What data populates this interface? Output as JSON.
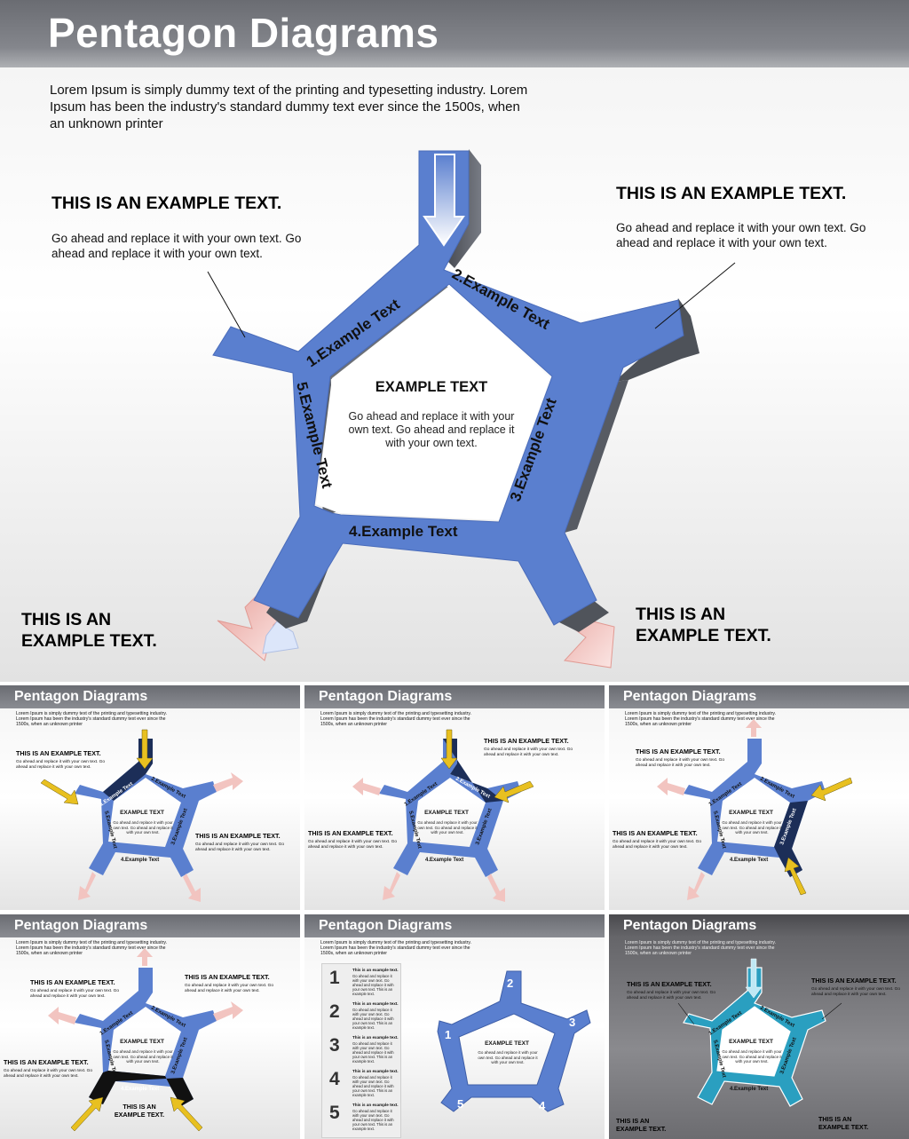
{
  "main": {
    "title": "Pentagon Diagrams",
    "intro": "Lorem Ipsum is simply dummy text of the printing and typesetting industry. Lorem Ipsum has been the industry's standard dummy text ever since the 1500s, when an unknown printer",
    "callouts": [
      {
        "heading": "THIS IS AN EXAMPLE TEXT.",
        "body": "Go ahead and replace it with your own text. Go ahead and replace it with your own text."
      },
      {
        "heading": "THIS IS AN EXAMPLE TEXT.",
        "body": "Go ahead and replace it with your own text. Go ahead and replace it with your own text."
      },
      {
        "heading": "THIS IS AN EXAMPLE TEXT."
      },
      {
        "heading": "THIS IS AN EXAMPLE TEXT."
      }
    ],
    "center": {
      "heading": "EXAMPLE TEXT",
      "body": "Go ahead and replace it with your own text. Go ahead and replace it with your own text."
    },
    "segments": [
      "1.Example Text",
      "2.Example Text",
      "3.Example Text",
      "4.Example Text",
      "5.Example Text"
    ]
  },
  "colors": {
    "blue": "#5a7fcf",
    "blue_dark": "#3f5fa8",
    "shadow": "#5c6068",
    "teal": "#2a9fc0",
    "arrow_pink": "#f2c4c0",
    "arrow_yellow": "#e8c020",
    "titlebar": "#7a7c82"
  },
  "thumbnails": [
    {
      "title": "Pentagon Diagrams",
      "intro": "Lorem Ipsum is simply dummy text of the printing and typesetting industry. Lorem Ipsum has been the industry's standard dummy text ever since the 1500s, when an unknown printer",
      "heading": "THIS IS AN EXAMPLE TEXT.",
      "body": "Go ahead and replace it with your own text. Go ahead and replace it with your own text.",
      "heading2": "THIS IS AN EXAMPLE TEXT.",
      "center_heading": "EXAMPLE TEXT",
      "center_body": "Go ahead and replace it with your own text. Go ahead and replace it with your own text."
    },
    {
      "title": "Pentagon Diagrams",
      "intro": "Lorem Ipsum is simply dummy text of the printing and typesetting industry. Lorem Ipsum has been the industry's standard dummy text ever since the 1500s, when an unknown printer",
      "heading": "THIS IS AN EXAMPLE TEXT.",
      "body": "Go ahead and replace it with your own text. Go ahead and replace it with your own text.",
      "heading2": "THIS IS AN EXAMPLE TEXT.",
      "center_heading": "EXAMPLE TEXT",
      "center_body": "Go ahead and replace it with your own text. Go ahead and replace it with your own text."
    },
    {
      "title": "Pentagon Diagrams",
      "intro": "Lorem Ipsum is simply dummy text of the printing and typesetting industry. Lorem Ipsum has been the industry's standard dummy text ever since the 1500s, when an unknown printer",
      "heading": "THIS IS AN EXAMPLE TEXT.",
      "body": "Go ahead and replace it with your own text. Go ahead and replace it with your own text.",
      "heading2": "THIS IS AN EXAMPLE TEXT.",
      "center_heading": "EXAMPLE TEXT",
      "center_body": "Go ahead and replace it with your own text. Go ahead and replace it with your own text."
    },
    {
      "title": "Pentagon Diagrams",
      "intro": "Lorem Ipsum is simply dummy text of the printing and typesetting industry. Lorem Ipsum has been the industry's standard dummy text ever since the 1500s, when an unknown printer",
      "heading": "THIS IS AN EXAMPLE TEXT.",
      "body": "Go ahead and replace it with your own text. Go ahead and replace it with your own text.",
      "heading2": "THIS IS AN EXAMPLE TEXT.",
      "center_heading": "EXAMPLE TEXT",
      "center_body": "Go ahead and replace it with your own text. Go ahead and replace it with your own text."
    },
    {
      "title": "Pentagon Diagrams",
      "intro": "Lorem Ipsum is simply dummy text of the printing and typesetting industry. Lorem Ipsum has been the industry's standard dummy text ever since the 1500s, when an unknown printer",
      "center_heading": "EXAMPLE TEXT",
      "center_body": "Go ahead and replace it with your own text. Go ahead and replace it with your own text.",
      "numbers": [
        "1",
        "2",
        "3",
        "4",
        "5"
      ],
      "list_title": "This is an example text.",
      "list_body": "Go ahead and replace it with your own text. Go ahead and replace it with your own text. This is an example text."
    },
    {
      "title": "Pentagon Diagrams",
      "intro": "Lorem Ipsum is simply dummy text of the printing and typesetting industry. Lorem Ipsum has been the industry's standard dummy text ever since the 1500s, when an unknown printer",
      "heading": "THIS IS AN EXAMPLE TEXT.",
      "body": "Go ahead and replace it with your own text. Go ahead and replace it with your own text.",
      "heading2": "THIS IS AN EXAMPLE TEXT.",
      "center_heading": "EXAMPLE TEXT",
      "center_body": "Go ahead and replace it with your own text. Go ahead and replace it with your own text."
    }
  ]
}
